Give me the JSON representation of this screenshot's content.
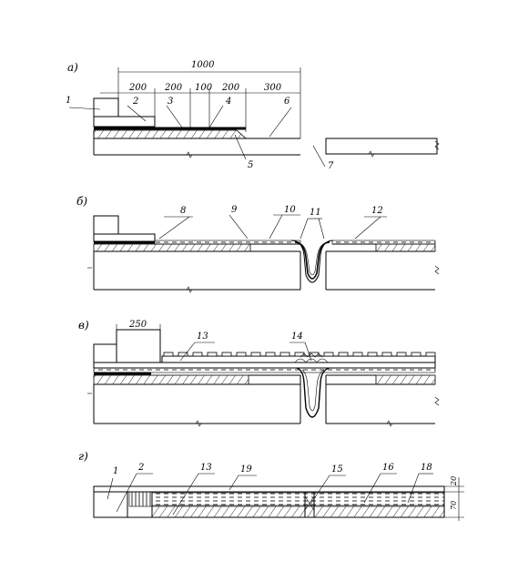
{
  "panels": {
    "a": {
      "label": "а)",
      "dims": {
        "total": "1000",
        "d1": "200",
        "d2": "200",
        "d3": "100",
        "d4": "200",
        "d5": "300"
      },
      "callouts": [
        "1",
        "2",
        "3",
        "4",
        "5",
        "6",
        "7"
      ]
    },
    "b": {
      "label": "б)",
      "callouts": [
        "8",
        "9",
        "10",
        "11",
        "12"
      ]
    },
    "v": {
      "label": "в)",
      "dims": {
        "d1": "250"
      },
      "callouts": [
        "13",
        "14"
      ]
    },
    "g": {
      "label": "г)",
      "dims": {
        "h1": "20",
        "h2": "70"
      },
      "callouts": [
        "1",
        "2",
        "13",
        "19",
        "15",
        "16",
        "18"
      ]
    }
  },
  "colors": {
    "ink": "#000000",
    "paper": "#ffffff"
  }
}
